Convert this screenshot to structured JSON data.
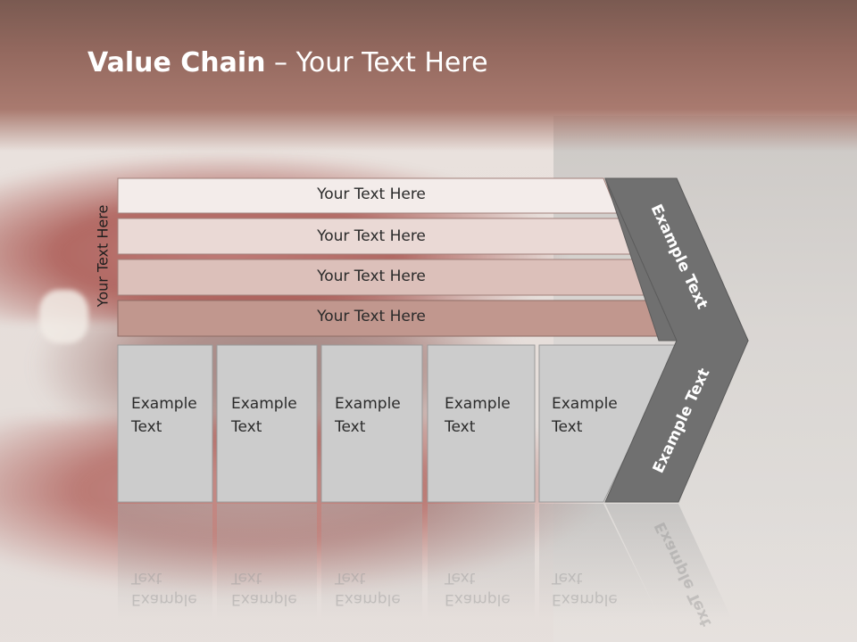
{
  "slide": {
    "title_bold": "Value Chain",
    "title_rest": " – Your Text Here",
    "side_label": "Your Text Here",
    "bars": [
      {
        "label": "Your Text Here",
        "fill": "#f3ecea"
      },
      {
        "label": "Your Text Here",
        "fill": "#ead9d5"
      },
      {
        "label": "Your Text Here",
        "fill": "#dcc0ba"
      },
      {
        "label": "Your Text Here",
        "fill": "#c1978e"
      }
    ],
    "boxes": [
      {
        "label": "Example\nText"
      },
      {
        "label": "Example\nText"
      },
      {
        "label": "Example\nText"
      },
      {
        "label": "Example\nText"
      },
      {
        "label": "Example\nText"
      }
    ],
    "arrow_top_label": "Example Text",
    "arrow_bottom_label": "Example Text",
    "colors": {
      "title_band": "#94695f",
      "box_fill": "#cccccc",
      "arrow_fill": "#707070",
      "title_text": "#ffffff"
    }
  }
}
